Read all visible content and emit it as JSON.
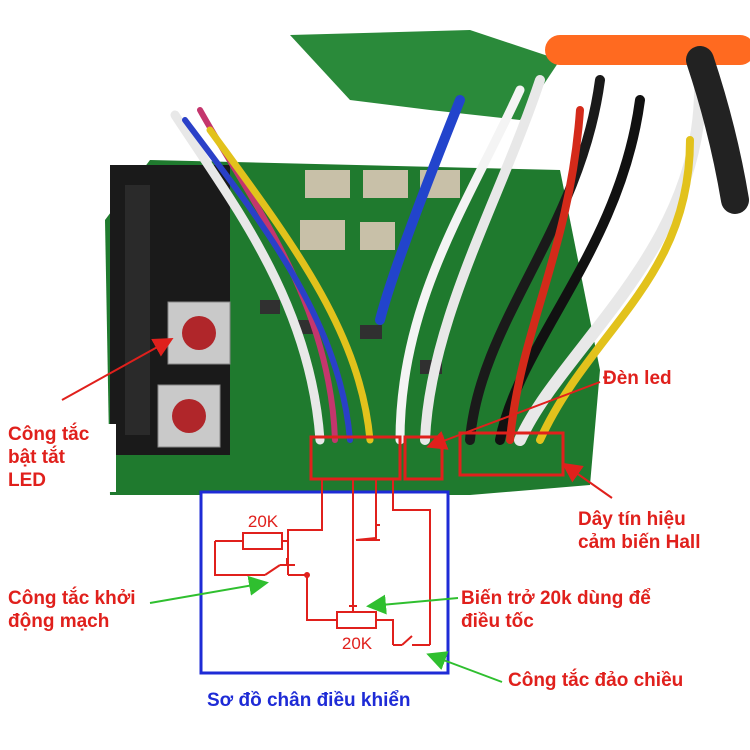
{
  "colors": {
    "annotation_red": "#e0201c",
    "annotation_blue": "#1e2bd6",
    "annotation_green": "#2fbf2f",
    "pcb_green": "#1f7a2e"
  },
  "labels": {
    "led_switch": "Công tắc\nbật tắt\n LED",
    "led": "Đèn led",
    "hall_wires": "Dây tín hiệu\ncảm biến Hall",
    "start_switch": "Công tắc khởi\nđộng mạch",
    "pot": "Biến trở 20k dùng để\n điều tốc",
    "reverse_switch": "Công tắc đảo chiều",
    "control_pinout": "Sơ đồ chân điều khiển"
  },
  "schematic": {
    "resistor_top_label": "20K",
    "pot_label": "20K"
  }
}
